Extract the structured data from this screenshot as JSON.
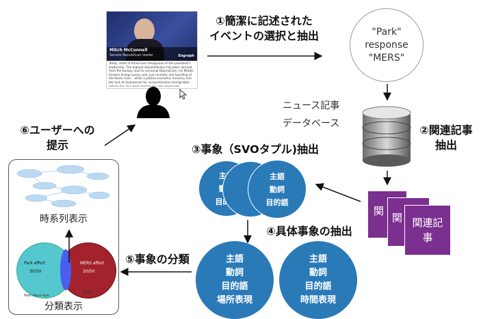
{
  "screenshot": {
    "caption_name": "Mitch McConnell",
    "caption_title": "Senate Republican leader",
    "logo": "Engraph",
    "body_text": "Today, most of Americans disapprove of the president's leadership. The highest dissatisfaction has been derived from the bumpy road to universal ObamaCare, his Middle Eastern foreign policy and, just recently, the handling of the Ebola crisis – while a jobless economic recovery and the lack of momentum for comprehensive immigration reform has also been hurting his own electorate."
  },
  "steps": {
    "step1_line1": "①簡潔に記述された",
    "step1_line2": "イベントの選択と抽出",
    "step2_line1": "②関連記事",
    "step2_line2": "抽出",
    "step3": "③事象（SVOタプル)抽出",
    "step4": "④具体事象の抽出",
    "step5": "⑤事象の分類",
    "step6_line1": "⑥ユーザーへの",
    "step6_line2": "提示"
  },
  "query": {
    "line1": "\"Park\"",
    "line2": "response",
    "line3": "\"MERS\""
  },
  "database": {
    "line1": "ニュース記事",
    "line2": "データベース"
  },
  "docs": {
    "doc1": "関",
    "doc2": "関",
    "doc3_line1": "関連記",
    "doc3_line2": "事"
  },
  "svo": {
    "subject": "主語",
    "verb": "動詞",
    "object": "目的語",
    "subject_partial": "主語"
  },
  "concrete": {
    "left": [
      "主語",
      "動詞",
      "目的語",
      "場所表現"
    ],
    "right": [
      "主語",
      "動詞",
      "目的語",
      "時間表現"
    ]
  },
  "display": {
    "timeline_label": "時系列表示",
    "classify_label": "分類表示",
    "venn_left": "Park effort",
    "venn_left_score": "30/50",
    "venn_right": "MERS effort",
    "venn_right_score": "20/50",
    "venn_caption_left": "Park Geun-hye",
    "venn_caption_right": "MERS"
  },
  "colors": {
    "accent_blue": "#2a7ab8",
    "doc_purple": "#7b2f8e",
    "venn_teal": "#55c7cf",
    "venn_red": "#a3222c",
    "venn_overlap": "#4a5ef0"
  }
}
